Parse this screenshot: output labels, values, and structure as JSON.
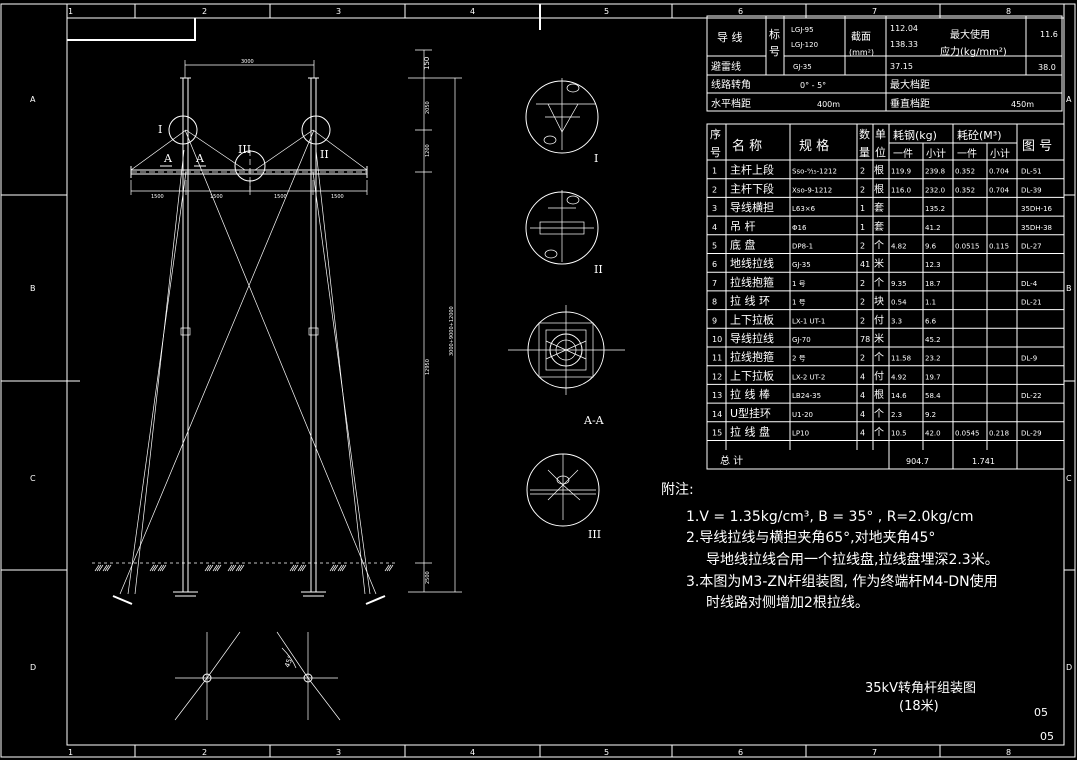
{
  "frame": {
    "top_numbers": [
      "1",
      "2",
      "3",
      "4",
      "5",
      "6",
      "7",
      "8"
    ],
    "side_letters": [
      "A",
      "B",
      "C",
      "D"
    ],
    "sheet_no_1": "05",
    "sheet_no_2": "05"
  },
  "title_block": {
    "title": "35kV转角杆组装图",
    "subtitle": "(18米)"
  },
  "spec_table": {
    "conductor": "导 线",
    "ground_wire": "避雷线",
    "mark_1": "标",
    "mark_2": "号",
    "cond_types": [
      "LGJ-95",
      "LGJ-120"
    ],
    "gw_type": "GJ-35",
    "section_label": "截面",
    "section_unit": "(mm²)",
    "sections": [
      "112.04",
      "138.33"
    ],
    "gw_section": "37.15",
    "stress_label_1": "最大使用",
    "stress_label_2": "应力(kg/mm²)",
    "stress_values": [
      "11.6"
    ],
    "gw_stress": "38.0",
    "turn_angle_label": "线路转角",
    "turn_angle": "0° - 5°",
    "max_span_label": "最大档距",
    "h_span_label": "水平档距",
    "h_span": "400m",
    "v_span_label": "垂直档距",
    "v_span": "450m"
  },
  "bom": {
    "headers": {
      "seq": [
        "序",
        "号"
      ],
      "name": "名  称",
      "spec": "规  格",
      "qty": [
        "数",
        "量"
      ],
      "unit": [
        "单",
        "位"
      ],
      "steel": "耗钢(kg)",
      "concrete": "耗砼(M³)",
      "one": "一件",
      "sub": "小计",
      "drawing": "图  号"
    },
    "rows": [
      {
        "no": "1",
        "name": "主杆上段",
        "spec": "Sso-⁹⁄₁₅-1212",
        "qty": "2",
        "unit": "根",
        "s1": "119.9",
        "s2": "239.8",
        "c1": "0.352",
        "c2": "0.704",
        "dwg": "DL-51"
      },
      {
        "no": "2",
        "name": "主杆下段",
        "spec": "Xso-9-1212",
        "qty": "2",
        "unit": "根",
        "s1": "116.0",
        "s2": "232.0",
        "c1": "0.352",
        "c2": "0.704",
        "dwg": "DL-39"
      },
      {
        "no": "3",
        "name": "导线横担",
        "spec": "L63×6",
        "qty": "1",
        "unit": "套",
        "s1": "",
        "s2": "135.2",
        "c1": "",
        "c2": "",
        "dwg": "35DH-16"
      },
      {
        "no": "4",
        "name": "吊  杆",
        "spec": "Φ16",
        "qty": "1",
        "unit": "套",
        "s1": "",
        "s2": "41.2",
        "c1": "",
        "c2": "",
        "dwg": "35DH-38"
      },
      {
        "no": "5",
        "name": "底  盘",
        "spec": "DP8-1",
        "qty": "2",
        "unit": "个",
        "s1": "4.82",
        "s2": "9.6",
        "c1": "0.0515",
        "c2": "0.115",
        "dwg": "DL-27"
      },
      {
        "no": "6",
        "name": "地线拉线",
        "spec": "GJ-35",
        "qty": "41",
        "unit": "米",
        "s1": "",
        "s2": "12.3",
        "c1": "",
        "c2": "",
        "dwg": ""
      },
      {
        "no": "7",
        "name": "拉线抱箍",
        "spec": "1 号",
        "qty": "2",
        "unit": "个",
        "s1": "9.35",
        "s2": "18.7",
        "c1": "",
        "c2": "",
        "dwg": "DL-4"
      },
      {
        "no": "8",
        "name": "拉 线 环",
        "spec": "1 号",
        "qty": "2",
        "unit": "块",
        "s1": "0.54",
        "s2": "1.1",
        "c1": "",
        "c2": "",
        "dwg": "DL-21"
      },
      {
        "no": "9",
        "name": "上下拉板",
        "spec": "LX-1 UT-1",
        "qty": "2",
        "unit": "付",
        "s1": "3.3",
        "s2": "6.6",
        "c1": "",
        "c2": "",
        "dwg": ""
      },
      {
        "no": "10",
        "name": "导线拉线",
        "spec": "GJ-70",
        "qty": "78",
        "unit": "米",
        "s1": "",
        "s2": "45.2",
        "c1": "",
        "c2": "",
        "dwg": ""
      },
      {
        "no": "11",
        "name": "拉线抱箍",
        "spec": "2 号",
        "qty": "2",
        "unit": "个",
        "s1": "11.58",
        "s2": "23.2",
        "c1": "",
        "c2": "",
        "dwg": "DL-9"
      },
      {
        "no": "12",
        "name": "上下拉板",
        "spec": "LX-2 UT-2",
        "qty": "4",
        "unit": "付",
        "s1": "4.92",
        "s2": "19.7",
        "c1": "",
        "c2": "",
        "dwg": ""
      },
      {
        "no": "13",
        "name": "拉 线 棒",
        "spec": "LB24-35",
        "qty": "4",
        "unit": "根",
        "s1": "14.6",
        "s2": "58.4",
        "c1": "",
        "c2": "",
        "dwg": "DL-22"
      },
      {
        "no": "14",
        "name": "U型挂环",
        "spec": "U1-20",
        "qty": "4",
        "unit": "个",
        "s1": "2.3",
        "s2": "9.2",
        "c1": "",
        "c2": "",
        "dwg": ""
      },
      {
        "no": "15",
        "name": "拉 线 盘",
        "spec": "LP10",
        "qty": "4",
        "unit": "个",
        "s1": "10.5",
        "s2": "42.0",
        "c1": "0.0545",
        "c2": "0.218",
        "dwg": "DL-29"
      }
    ],
    "total_label": "总    计",
    "total_steel": "904.7",
    "total_concrete": "1.741"
  },
  "notes": {
    "heading": "附注:",
    "lines": [
      "1.V = 1.35kg/cm³,   B = 35° ,   R=2.0kg/cm",
      "2.导线拉线与横担夹角65°,对地夹角45°",
      "导地线拉线合用一个拉线盘,拉线盘埋深2.3米。",
      "3.本图为M3-ZN杆组装图, 作为终端杆M4-DN使用",
      "时线路对侧增加2根拉线。"
    ]
  },
  "drawing": {
    "labels": {
      "detail_I": "I",
      "detail_II": "II",
      "detail_III": "III",
      "section_A": "A",
      "section_AA": "A-A"
    },
    "dims": {
      "top_span": "3000",
      "d150": "150",
      "d2050": "2050",
      "d1200": "1200",
      "d12950": "12950",
      "d2500": "2500",
      "total_height": "3000+9000+12000",
      "d1500_a": "1500",
      "d1500_b": "1500",
      "d1500_c": "1500",
      "d1500_d": "1500",
      "angle": "45°"
    }
  }
}
